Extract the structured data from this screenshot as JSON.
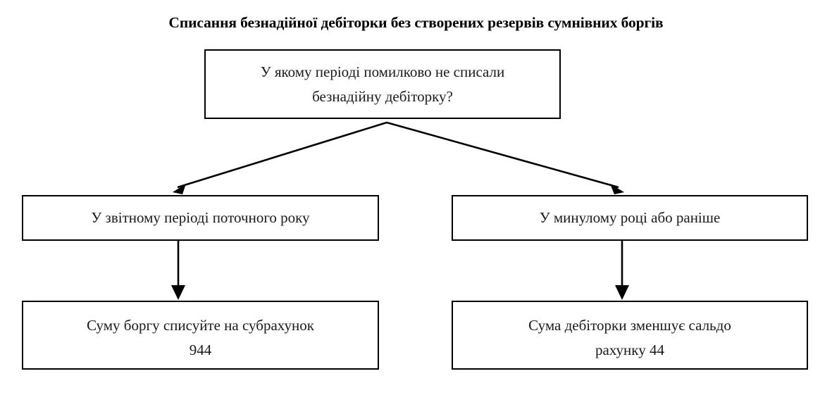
{
  "page": {
    "title": "Списання безнадійної дебіторки без створених резервів сумнівних боргів",
    "background_color": "#ffffff",
    "line_color": "#000000",
    "text_color": "#1a1a1a"
  },
  "diagram": {
    "type": "flowchart",
    "nodes": [
      {
        "id": "question",
        "role": "decision",
        "text_lines": [
          "У якому періоді помилково не списали",
          "безнадійну дебіторку?"
        ],
        "text": "У якому періоді помилково не списали безнадійну дебіторку?"
      },
      {
        "id": "current-period",
        "role": "branch-left",
        "text_lines": [
          "У звітному періоді поточного року"
        ],
        "text": "У звітному періоді поточного року"
      },
      {
        "id": "previous-period",
        "role": "branch-right",
        "text_lines": [
          "У минулому році або раніше"
        ],
        "text": "У минулому році або раніше"
      },
      {
        "id": "subaccount-944",
        "role": "outcome-left",
        "text_lines": [
          "Суму боргу списуйте на субрахунок",
          "944"
        ],
        "text": "Суму боргу списуйте на субрахунок 944"
      },
      {
        "id": "account-44",
        "role": "outcome-right",
        "text_lines": [
          "Сума дебіторки зменшує сальдо",
          "рахунку 44"
        ],
        "text": "Сума дебіторки зменшує сальдо рахунку 44"
      }
    ],
    "edges": [
      {
        "id": "question-to-current-period",
        "from": "question",
        "to": "current-period",
        "style": "diagonal-arrow"
      },
      {
        "id": "question-to-previous-period",
        "from": "question",
        "to": "previous-period",
        "style": "diagonal-arrow"
      },
      {
        "id": "current-period-to-subaccount-944",
        "from": "current-period",
        "to": "subaccount-944",
        "style": "vertical-arrow"
      },
      {
        "id": "previous-period-to-account-44",
        "from": "previous-period",
        "to": "account-44",
        "style": "vertical-arrow"
      }
    ]
  }
}
